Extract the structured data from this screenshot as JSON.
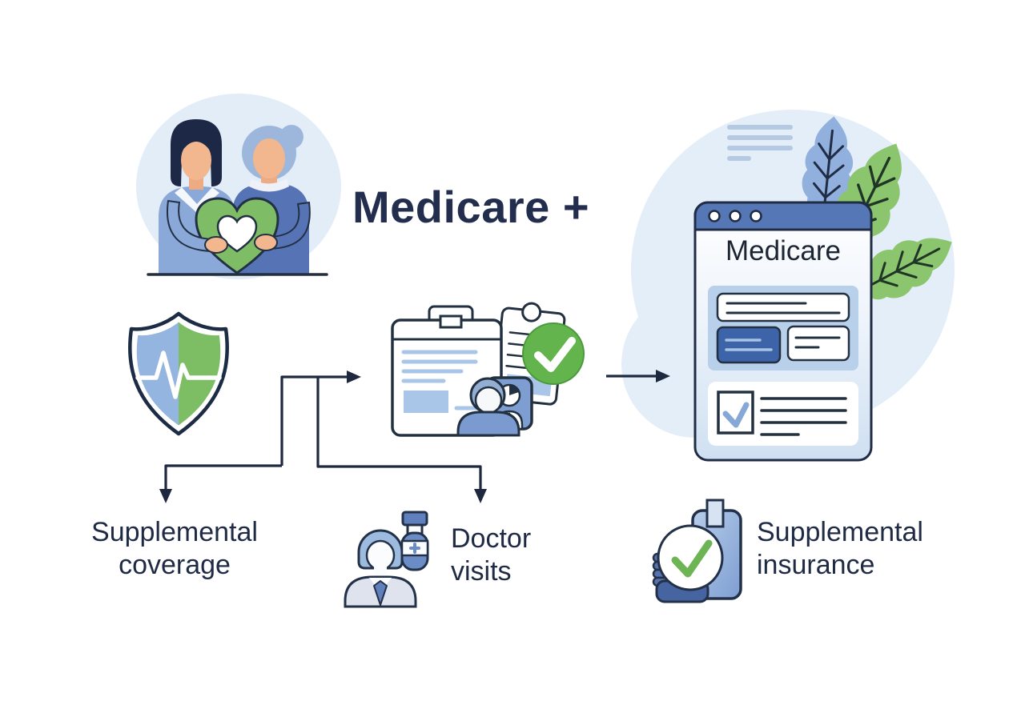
{
  "title": {
    "text": "Medicare +"
  },
  "browser": {
    "title": "Medicare"
  },
  "labels": {
    "supplemental_coverage": "Supplemental\ncoverage",
    "doctor_visits": "Doctor\nvisits",
    "supplemental_insurance": "Supplemental\ninsurance"
  },
  "icons": [
    "caregivers-holding-heart-icon",
    "health-shield-pulse-icon",
    "medical-documents-check-icon",
    "doctor-medicine-bottle-icon",
    "insurance-approved-clipboard-icon",
    "browser-window-icon",
    "window-dots-icon",
    "leaf-decoration-icon",
    "checkbox-check-icon",
    "flow-arrow-icon"
  ],
  "colors": {
    "navy_text": "#232e4e",
    "outline_navy": "#1f2c44",
    "header_blue": "#5677b5",
    "light_blue": "#8aa8d8",
    "panel_blue": "#b9d0ea",
    "button_blue": "#3d63a8",
    "green_accent": "#63b44c",
    "heart_green": "#7fbc66",
    "leaf_green": "#8bc56d",
    "leaf_blue": "#92b0dd",
    "blob_blue": "#e3eef8",
    "skin": "#f2b78f"
  }
}
